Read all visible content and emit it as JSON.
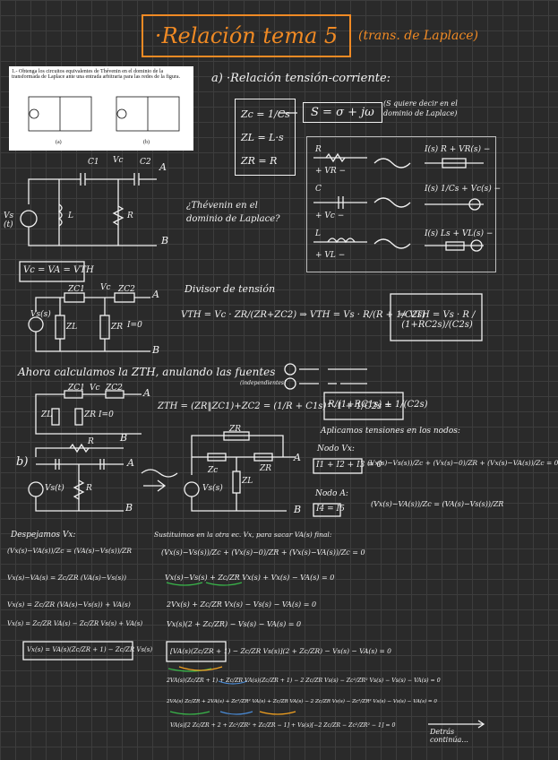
{
  "title": {
    "main": "·Relación tema 5",
    "sub": "(trans. de Laplace)"
  },
  "reference_text": "1.- Obtenga los circuitos equivalentes de Thévenin en el dominio de la transformada de Laplace ante una entrada arbitraria para las redes de la figura.",
  "reference_labels": [
    "(a)",
    "(b)"
  ],
  "section_a": {
    "heading": "a) ·Relación tensión-corriente:",
    "impedances": [
      "Zc = 1/Cs",
      "ZL = L·s",
      "ZR = R"
    ],
    "s_def": "S = σ + jω",
    "s_note": "(S quiere decir en el dominio de Laplace)"
  },
  "legend_rows": [
    {
      "left": "R",
      "mid": "+ VR −",
      "right": "I(s) R  + VR(s) −"
    },
    {
      "left": "C",
      "mid": "+ Vc −",
      "right": "I(s) 1/Cs  + Vc(s) −"
    },
    {
      "left": "L",
      "mid": "+ VL −",
      "right": "I(s) Ls  + VL(s) −"
    }
  ],
  "circuit_a": {
    "labels": [
      "C1",
      "Vc",
      "C2",
      "A",
      "Vs (t)",
      "L",
      "R",
      "B"
    ]
  },
  "thevenin_question": "¿Thévenin en el dominio de Laplace?",
  "equality": "Vc = VA = VTH",
  "divisor_heading": "Divisor de tensión",
  "divisor_eq": "VTH = Vc · ZR/(ZR+ZC2)  ⇒  VTH = Vs · R/(R + 1/C2s)",
  "vth_result": "⇒ VTH = Vs · R / (1+RC2s)/(C2s)",
  "circuit_a2": {
    "labels": [
      "ZC1",
      "Vc",
      "ZC2",
      "A",
      "Vs(s)",
      "ZL",
      "ZR",
      "I=0",
      "B"
    ]
  },
  "zth_heading": "Ahora calculamos la ZTH, anulando las fuentes",
  "zth_note": "(independientes)",
  "zth_eq": "ZTH = (ZR‖ZC1)+ZC2 = (1/R + C1s)^-1 + 1/C2s =",
  "zth_result": "R/(1+RC1s) + 1/(C2s)",
  "circuit_a3": {
    "labels": [
      "ZC1",
      "Vc",
      "ZC2",
      "A",
      "ZL",
      "ZR",
      "I=0",
      "B"
    ]
  },
  "section_b": {
    "label": "b)",
    "labels_left": [
      "R",
      "A",
      "Vs(t)",
      "R",
      "B"
    ],
    "labels_right": [
      "ZR",
      "A",
      "Zc",
      "ZR",
      "ZL",
      "Vs(s)",
      "B"
    ],
    "nodes_heading": "Aplicamos tensiones en los nodos:",
    "node_vx": "Nodo Vx:",
    "kcl1": "I1 + I2 + I3 = 0",
    "eq_vx": "(Vx(s)−Vs(s))/Zc + (Vx(s)−0)/ZR + (Vx(s)−VA(s))/Zc = 0",
    "node_a": "Nodo A:",
    "kcl2": "I4 = I5",
    "eq_a": "(Vx(s)−VA(s))/Zc = (VA(s)−Vs(s))/ZR"
  },
  "despejamos": {
    "heading": "Despejamos Vx:",
    "lines": [
      "(Vx(s)−VA(s))/Zc = (VA(s)−Vs(s))/ZR",
      "Vx(s)−VA(s) = Zc/ZR (VA(s)−Vs(s))",
      "Vx(s) = Zc/ZR (VA(s)−Vs(s)) + VA(s)",
      "Vx(s) = Zc/ZR VA(s) − Zc/ZR Vs(s) + VA(s)"
    ],
    "boxed": "Vx(s) = VA(s)(Zc/ZR + 1) − Zc/ZR Vs(s)"
  },
  "sustituimos": {
    "heading": "Sustituimos en la otra ec. Vx, para sacar VA(s) final:",
    "lines": [
      "(Vx(s)−Vs(s))/Zc + (Vx(s)−0)/ZR + (Vx(s)−VA(s))/Zc = 0",
      "Vx(s)−Vs(s) + Zc/ZR Vx(s) + Vx(s) − VA(s) = 0",
      "2Vx(s) + Zc/ZR Vx(s) − Vs(s) − VA(s) = 0",
      "Vx(s)(2 + Zc/ZR) − Vs(s) − VA(s) = 0",
      "[VA(s)(Zc/ZR + 1) − Zc/ZR Vs(s)](2 + Zc/ZR) − Vs(s) − VA(s) = 0",
      "2VA(s)(Zc/ZR + 1) + Zc/ZR VA(s)(Zc/ZR + 1) − 2 Zc/ZR Vs(s) − Zc²/ZR² Vs(s) − Vs(s) − VA(s) = 0",
      "2VA(s) Zc/ZR + 2VA(s) + Zc²/ZR² VA(s) + Zc/ZR VA(s) − 2 Zc/ZR Vs(s) − Zc²/ZR² Vs(s) − Vs(s) − VA(s) = 0",
      "VA(s)[2 Zc/ZR + 2 + Zc²/ZR² + Zc/ZR − 1] + Vs(s)[−2 Zc/ZR − Zc²/ZR² − 1] = 0"
    ]
  },
  "footer": "Detrás continúa..."
}
